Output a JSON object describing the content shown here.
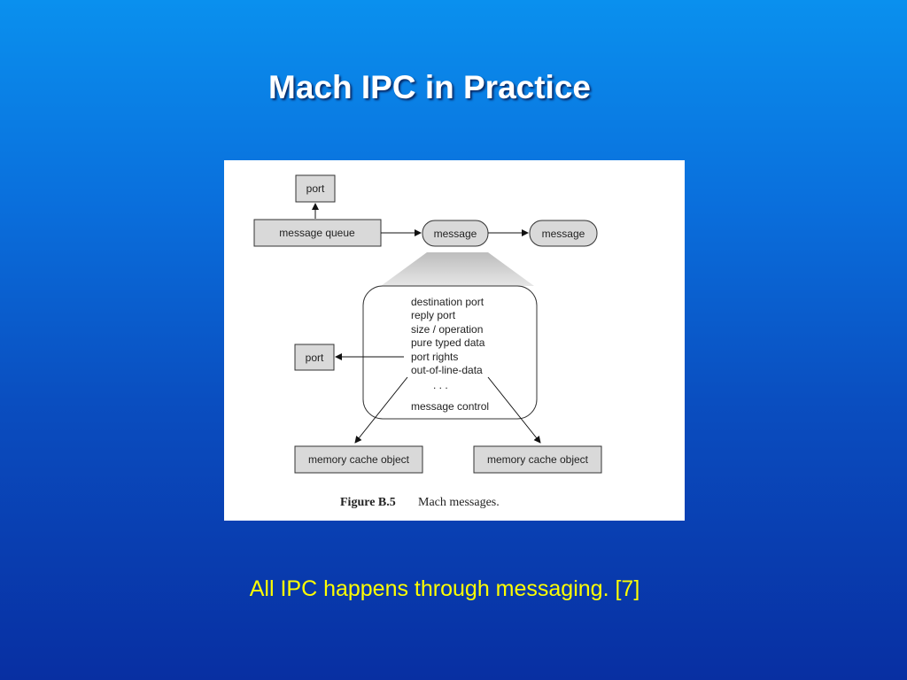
{
  "slide": {
    "title": "Mach IPC in Practice",
    "caption": "All IPC happens through messaging. [7]"
  },
  "diagram": {
    "nodes": {
      "port_top": "port",
      "message_queue": "message queue",
      "message_1": "message",
      "message_2": "message",
      "port_left": "port",
      "memory_cache_left": "memory cache object",
      "memory_cache_right": "memory cache object"
    },
    "message_fields": [
      "destination port",
      "reply port",
      "size / operation",
      "pure typed data",
      "port rights",
      "out-of-line-data",
      ". . .",
      "message control"
    ],
    "figure_number": "Figure B.5",
    "figure_title": "Mach messages."
  },
  "colors": {
    "background_top": "#0a90ee",
    "background_bottom": "#082fa2",
    "title": "#ffffff",
    "caption": "#ffff00",
    "box_fill": "#d9d9d9",
    "box_stroke": "#333333"
  }
}
